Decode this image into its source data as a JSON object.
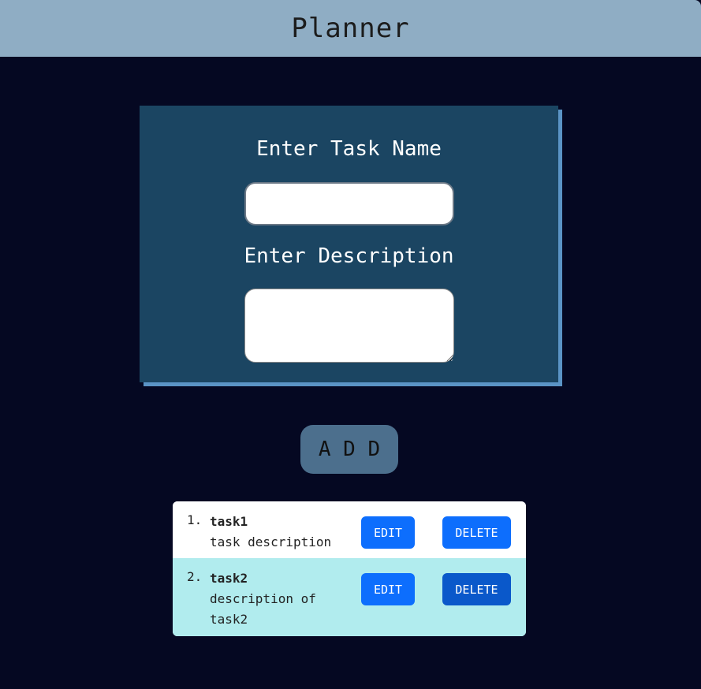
{
  "header": {
    "title": "Planner"
  },
  "form": {
    "task_name_label": "Enter Task Name",
    "task_name_value": "",
    "description_label": "Enter Description",
    "description_value": ""
  },
  "add_button": {
    "label": "A D D"
  },
  "tasks": [
    {
      "number": "1.",
      "title": "task1",
      "description": "task description",
      "edit_label": "EDIT",
      "delete_label": "DELETE"
    },
    {
      "number": "2.",
      "title": "task2",
      "description": "description of task2",
      "edit_label": "EDIT",
      "delete_label": "DELETE"
    }
  ],
  "colors": {
    "background": "#050822",
    "header": "#8fadc4",
    "form_card": "#1b4562",
    "add_button": "#4c6f8d",
    "button_primary": "#0d6efd",
    "row_alt": "#b1ecee"
  }
}
